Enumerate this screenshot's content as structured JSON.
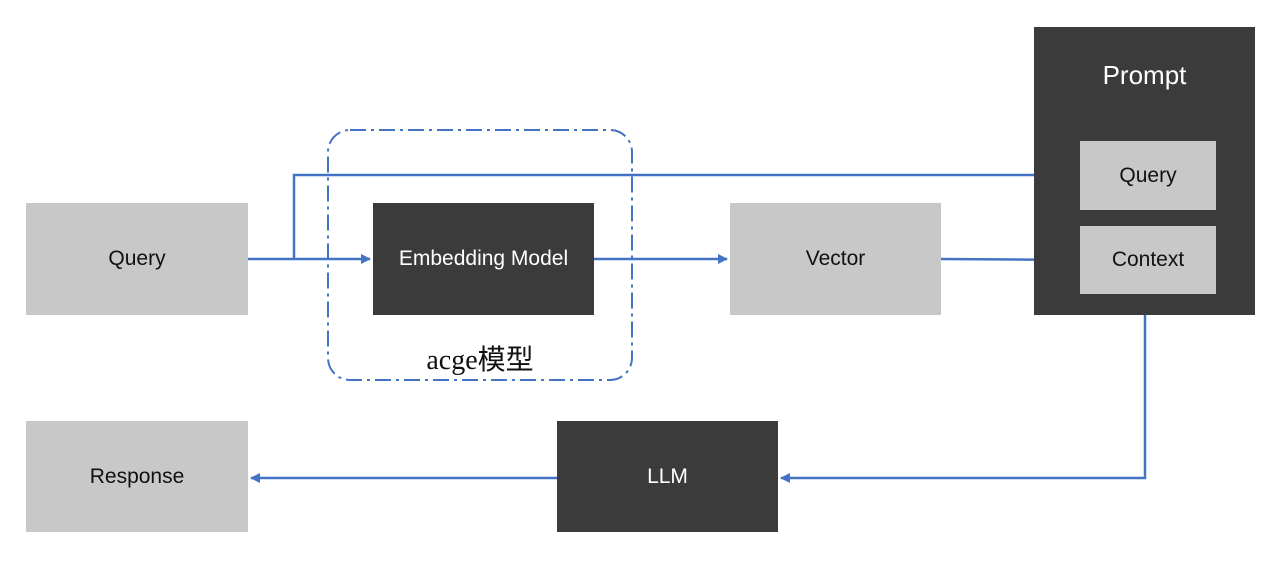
{
  "nodes": {
    "query": "Query",
    "embedding_model": "Embedding Model",
    "vector": "Vector",
    "prompt": "Prompt",
    "prompt_query": "Query",
    "prompt_context": "Context",
    "llm": "LLM",
    "response": "Response"
  },
  "group": {
    "label": "acge模型"
  },
  "colors": {
    "arrow": "#4472c4",
    "dark_box": "#3b3b3b",
    "light_box": "#c8c8c8"
  },
  "edges": [
    {
      "from": "Query",
      "to": "Embedding Model"
    },
    {
      "from": "Query",
      "to": "Prompt Query"
    },
    {
      "from": "Embedding Model",
      "to": "Vector"
    },
    {
      "from": "Vector",
      "to": "Prompt Context"
    },
    {
      "from": "Prompt",
      "to": "LLM"
    },
    {
      "from": "LLM",
      "to": "Response"
    }
  ]
}
